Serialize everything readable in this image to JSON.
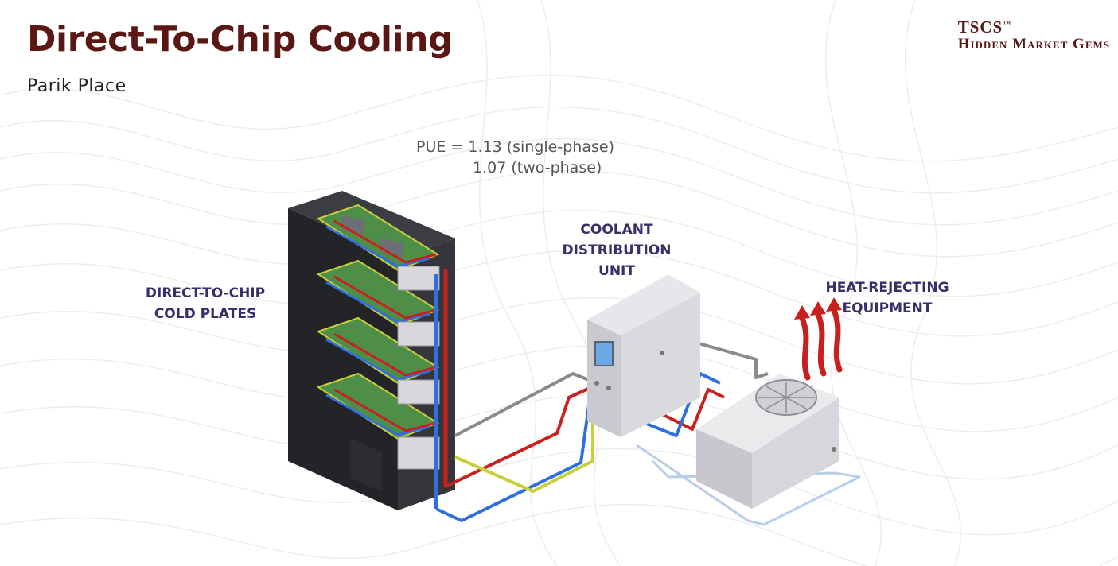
{
  "header": {
    "title": "Direct-To-Chip Cooling",
    "subtitle": "Parik Place"
  },
  "brand": {
    "name": "TSCS",
    "trademark": "™",
    "tagline": "Hidden Market Gems"
  },
  "diagram": {
    "pue_line1": "PUE = 1.13 (single-phase)",
    "pue_line2": "1.07 (two-phase)",
    "labels": {
      "cold_plates_line1": "DIRECT-TO-CHIP",
      "cold_plates_line2": "COLD PLATES",
      "cdu_line1": "COOLANT",
      "cdu_line2": "DISTRIBUTION",
      "cdu_line3": "UNIT",
      "heat_line1": "HEAT-REJECTING",
      "heat_line2": "EQUIPMENT"
    }
  },
  "colors": {
    "title": "#5a1714",
    "label": "#3a2d6a",
    "hot_pipe": "#c8201c",
    "cold_pipe": "#2f6fe0",
    "supply_pipe": "#c9cf3a",
    "return_pipe": "#8a8a8a",
    "board": "#3d7a3a"
  }
}
